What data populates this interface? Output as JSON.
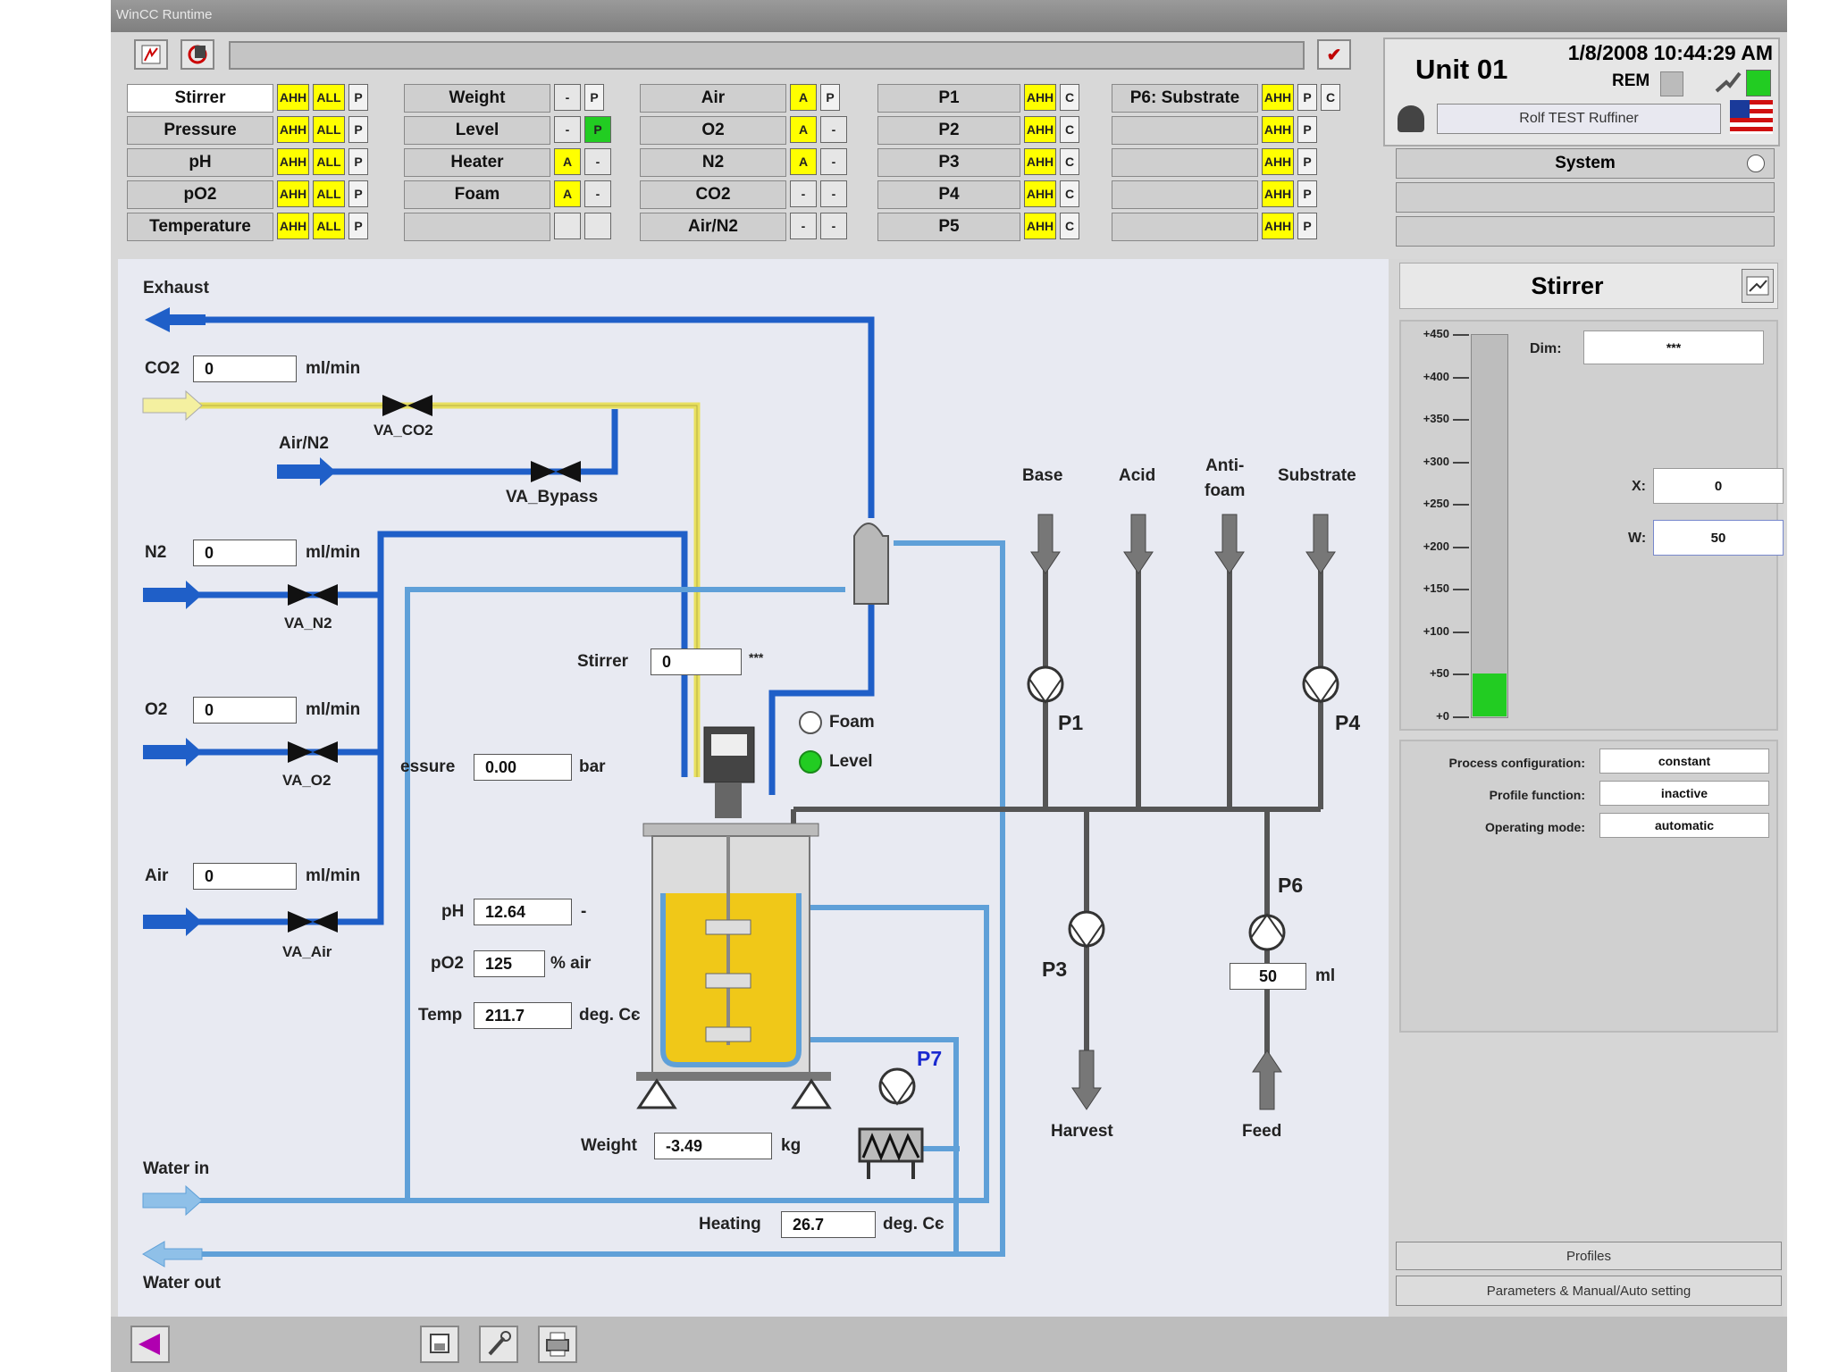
{
  "window": {
    "title": "WinCC Runtime"
  },
  "top_bar": {
    "check": "✔"
  },
  "alarm_groups": {
    "group1": [
      {
        "label": "Stirrer",
        "boxes": [
          "AHH",
          "ALL",
          "P"
        ]
      },
      {
        "label": "Pressure",
        "boxes": [
          "AHH",
          "ALL",
          "P"
        ]
      },
      {
        "label": "pH",
        "boxes": [
          "AHH",
          "ALL",
          "P"
        ]
      },
      {
        "label": "pO2",
        "boxes": [
          "AHH",
          "ALL",
          "P"
        ]
      },
      {
        "label": "Temperature",
        "boxes": [
          "AHH",
          "ALL",
          "P"
        ]
      }
    ],
    "group2": [
      {
        "label": "Weight",
        "boxes": [
          "-",
          "P"
        ]
      },
      {
        "label": "Level",
        "boxes": [
          "-",
          "P"
        ]
      },
      {
        "label": "Heater",
        "boxes": [
          "A",
          "-"
        ]
      },
      {
        "label": "Foam",
        "boxes": [
          "A",
          "-"
        ]
      },
      {
        "label": "",
        "boxes": [
          "",
          ""
        ]
      }
    ],
    "group3": [
      {
        "label": "Air",
        "boxes": [
          "A",
          "P"
        ]
      },
      {
        "label": "O2",
        "boxes": [
          "A",
          "-"
        ]
      },
      {
        "label": "N2",
        "boxes": [
          "A",
          "-"
        ]
      },
      {
        "label": "CO2",
        "boxes": [
          "-",
          "-"
        ]
      },
      {
        "label": "Air/N2",
        "boxes": [
          "-",
          "-"
        ]
      }
    ],
    "group4": [
      {
        "label": "P1",
        "boxes": [
          "AHH",
          "C"
        ]
      },
      {
        "label": "P2",
        "boxes": [
          "AHH",
          "C"
        ]
      },
      {
        "label": "P3",
        "boxes": [
          "AHH",
          "C"
        ]
      },
      {
        "label": "P4",
        "boxes": [
          "AHH",
          "C"
        ]
      },
      {
        "label": "P5",
        "boxes": [
          "AHH",
          "C"
        ]
      }
    ],
    "group5": [
      {
        "label": "P6: Substrate",
        "boxes": [
          "AHH",
          "P",
          "C"
        ]
      },
      {
        "label": "",
        "boxes": [
          "AHH",
          "P"
        ]
      },
      {
        "label": "",
        "boxes": [
          "AHH",
          "P"
        ]
      },
      {
        "label": "",
        "boxes": [
          "AHH",
          "P"
        ]
      },
      {
        "label": "",
        "boxes": [
          "AHH",
          "P"
        ]
      }
    ]
  },
  "unit": {
    "name": "Unit 01",
    "datetime": "1/8/2008 10:44:29 AM",
    "rem_label": "REM",
    "user": "Rolf TEST Ruffiner",
    "system_label": "System"
  },
  "process": {
    "exhaust": "Exhaust",
    "gases": [
      {
        "name": "CO2",
        "value": "0",
        "unit": "ml/min",
        "valve": "VA_CO2"
      },
      {
        "name": "N2",
        "value": "0",
        "unit": "ml/min",
        "valve": "VA_N2"
      },
      {
        "name": "O2",
        "value": "0",
        "unit": "ml/min",
        "valve": "VA_O2"
      },
      {
        "name": "Air",
        "value": "0",
        "unit": "ml/min",
        "valve": "VA_Air"
      }
    ],
    "air_n2": "Air/N2",
    "bypass_valve": "VA_Bypass",
    "stirrer": {
      "label": "Stirrer",
      "value": "0",
      "unit": "***"
    },
    "pressure": {
      "label": "essure",
      "value": "0.00",
      "unit": "bar"
    },
    "ph": {
      "label": "pH",
      "value": "12.64",
      "unit": "-"
    },
    "po2": {
      "label": "pO2",
      "value": "125",
      "unit": "% air"
    },
    "temp": {
      "label": "Temp",
      "value": "211.7",
      "unit": "deg. Cє"
    },
    "weight": {
      "label": "Weight",
      "value": "-3.49",
      "unit": "kg"
    },
    "heating": {
      "label": "Heating",
      "value": "26.7",
      "unit": "deg. Cє"
    },
    "foam": "Foam",
    "level": "Level",
    "water_in": "Water in",
    "water_out": "Water out",
    "additions": [
      "Base",
      "Acid",
      "Anti-\nfoam",
      "Substrate"
    ],
    "pumps": {
      "p1": "P1",
      "p3": "P3",
      "p4": "P4",
      "p6": "P6",
      "p7": "P7"
    },
    "p6_value": "50",
    "p6_unit": "ml",
    "harvest": "Harvest",
    "feed": "Feed"
  },
  "side": {
    "title": "Stirrer",
    "dim_label": "Dim:",
    "dim_value": "***",
    "x_label": "X:",
    "x_value": "0",
    "w_label": "W:",
    "w_value": "50",
    "bar_value": 50,
    "bar_max": 450,
    "ticks": [
      "+450",
      "+400",
      "+350",
      "+300",
      "+250",
      "+200",
      "+150",
      "+100",
      "+50",
      "+0"
    ],
    "process_config_label": "Process configuration:",
    "process_config_value": "constant",
    "profile_label": "Profile function:",
    "profile_value": "inactive",
    "opmode_label": "Operating mode:",
    "opmode_value": "automatic",
    "profiles_btn": "Profiles",
    "params_btn": "Parameters & Manual/Auto setting"
  },
  "colors": {
    "pipe_blue": "#1f5fc8",
    "pipe_light": "#5fa0d8",
    "pipe_yellow": "#e8e060",
    "pipe_grey": "#555555",
    "alarm_yellow": "#ffff00",
    "ok_green": "#22cc22",
    "liquid": "#f0c818"
  }
}
